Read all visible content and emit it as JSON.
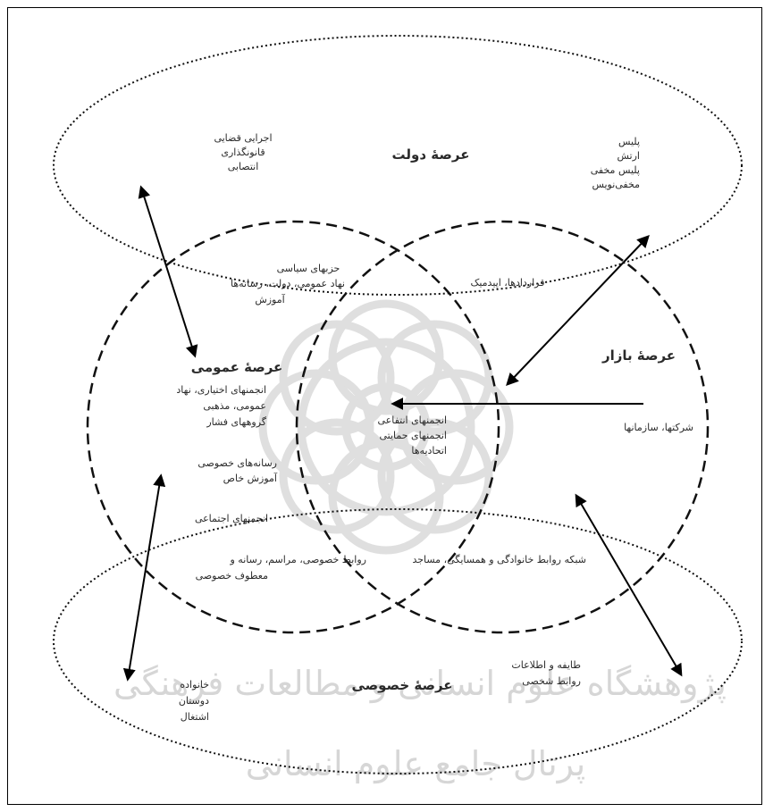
{
  "colors": {
    "ink": "#2a2a2a",
    "watermark": "#d6d6d6",
    "frame": "#000000"
  },
  "spheres": {
    "state": {
      "title": "عرصهٔ دولت"
    },
    "public": {
      "title": "عرصهٔ عمومی"
    },
    "market": {
      "title": "عرصهٔ بازار"
    },
    "private": {
      "title": "عرصهٔ خصوصی"
    }
  },
  "labels": {
    "state_right": [
      "پلیس",
      "ارتش",
      "پلیس مخفی",
      "مخفی‌نویس"
    ],
    "state_left": [
      "اجرایی قضایی",
      "قانونگذاری",
      "انتصابی"
    ],
    "overlap_state_public": [
      "حزبهای سیاسی",
      "نهاد عمومی، دولت، رسانه‌ها",
      "آموزش"
    ],
    "overlap_state_market": [
      "قراردادها، اپیدمیک"
    ],
    "public_left": [
      "انجمنهای اختیاری، نهاد",
      "عمومی، مذهبی",
      "گروههای فشار"
    ],
    "public_lower": [
      "رسانه‌های خصوصی",
      "آموزش خاص"
    ],
    "public_private": [
      "انجمنهای اجتماعی"
    ],
    "center": [
      "انجمنهای انتفاعی",
      "انجمنهای حمایتی",
      "اتحادیه‌ها"
    ],
    "market_right": [
      "شرکتها، سازمانها"
    ],
    "private_left_overlap": [
      "روابط خصوصی، مراسم، رسانه و",
      "معطوف خصوصی"
    ],
    "private_right_overlap": [
      "شبکه روابط خانوادگی و همسایگی، مساجد"
    ],
    "private_left": [
      "خانواده",
      "دوستان",
      "اشتغال"
    ],
    "private_right": [
      "طایفه و اطلاعات",
      "روابط شخصی"
    ]
  },
  "watermark": [
    "پژوهشگاه علوم انسانی و مطالعات فرهنگی",
    "پرتال جامع علوم انسانی"
  ]
}
